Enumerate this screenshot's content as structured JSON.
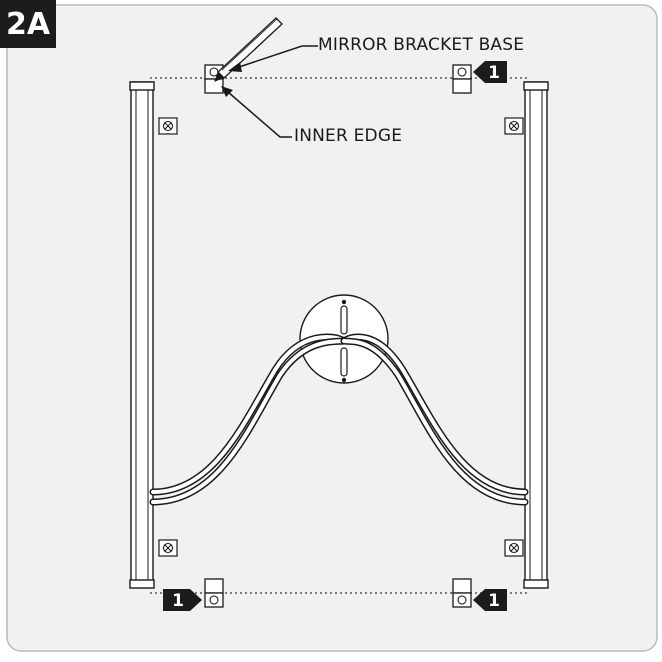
{
  "step": {
    "label": "2A"
  },
  "callouts": {
    "mirror_bracket_base": "MIRROR BRACKET BASE",
    "inner_edge": "INNER EDGE"
  },
  "badges": {
    "top_right": "1",
    "bottom_left": "1",
    "bottom_right": "1"
  },
  "colors": {
    "panel_bg": "#f1f1f1",
    "panel_border": "#b9b9b9",
    "line": "#1a1a1a",
    "badge": "#1c1c1c"
  }
}
